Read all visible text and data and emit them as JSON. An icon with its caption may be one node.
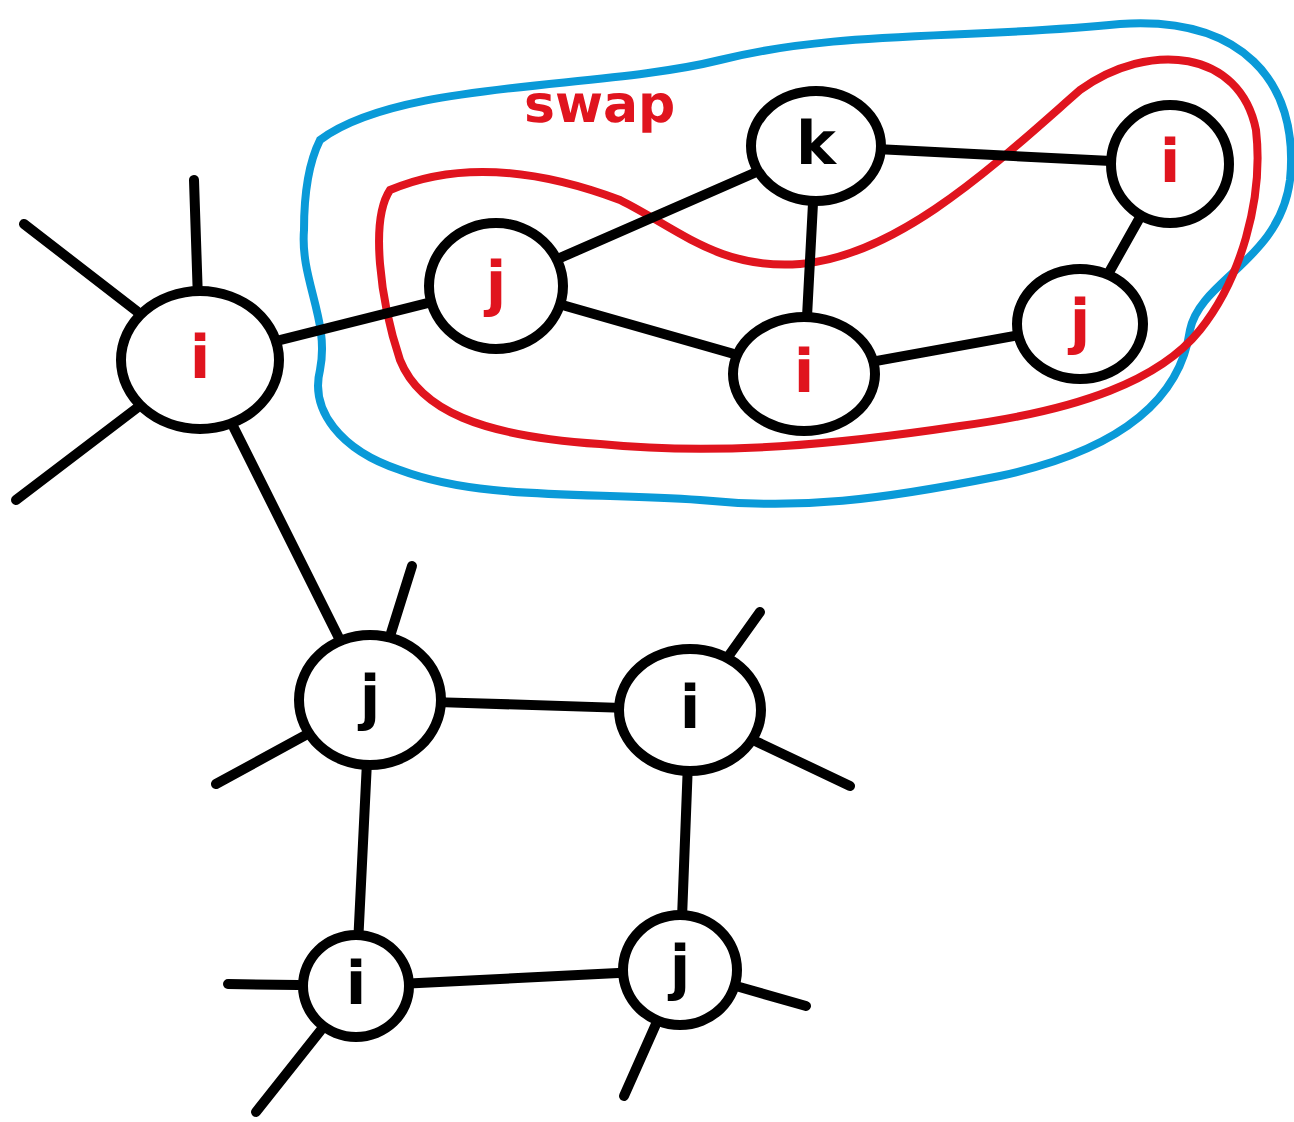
{
  "diagram": {
    "nodes": [
      {
        "text": [
          "i"
        ]
      },
      {
        "text": [
          "j"
        ]
      },
      {
        "text": [
          "k"
        ]
      },
      {
        "text": [
          "i"
        ]
      },
      {
        "text": [
          "i"
        ]
      },
      {
        "text": [
          "j"
        ]
      },
      {
        "text": [
          "j"
        ]
      },
      {
        "text": [
          "i"
        ]
      },
      {
        "text": [
          "i"
        ]
      },
      {
        "text": [
          "j"
        ]
      }
    ],
    "edges": [
      {
        "from": 0,
        "to": 1,
        "arrow": "none"
      },
      {
        "from": 1,
        "to": 2,
        "arrow": "none"
      },
      {
        "from": 2,
        "to": 3,
        "arrow": "none"
      },
      {
        "from": 2,
        "to": 4,
        "arrow": "none"
      },
      {
        "from": 1,
        "to": 4,
        "arrow": "none"
      },
      {
        "from": 4,
        "to": 5,
        "arrow": "none"
      },
      {
        "from": 3,
        "to": 5,
        "arrow": "none"
      },
      {
        "from": 0,
        "to": 6,
        "arrow": "none"
      },
      {
        "from": 6,
        "to": 7,
        "arrow": "none"
      },
      {
        "from": 6,
        "to": 8,
        "arrow": "none"
      },
      {
        "from": 7,
        "to": 9,
        "arrow": "none"
      },
      {
        "from": 8,
        "to": 9,
        "arrow": "none"
      },
      {
        "from": 0,
        "to": null,
        "arrow": "none"
      },
      {
        "from": 0,
        "to": null,
        "arrow": "none"
      },
      {
        "from": 0,
        "to": null,
        "arrow": "none"
      },
      {
        "from": 6,
        "to": null,
        "arrow": "none"
      },
      {
        "from": 6,
        "to": null,
        "arrow": "none"
      },
      {
        "from": 7,
        "to": null,
        "arrow": "none"
      },
      {
        "from": 7,
        "to": null,
        "arrow": "none"
      },
      {
        "from": 8,
        "to": null,
        "arrow": "none"
      },
      {
        "from": 8,
        "to": null,
        "arrow": "none"
      },
      {
        "from": 9,
        "to": null,
        "arrow": "none"
      },
      {
        "from": 9,
        "to": null,
        "arrow": "none"
      }
    ],
    "labels": [
      "swap"
    ]
  }
}
